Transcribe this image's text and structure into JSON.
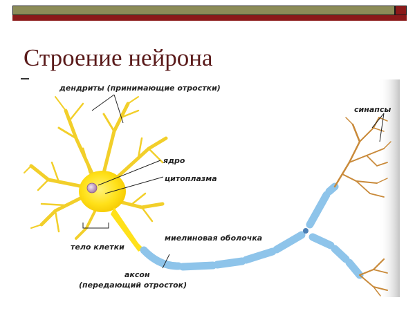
{
  "slide": {
    "title": "Строение нейрона"
  },
  "labels": {
    "dendrites": "дендриты (принимающие отростки)",
    "nucleus": "ядро",
    "cytoplasm": "цитоплазма",
    "synapses": "синапсы",
    "myelin": "миелиновая оболочка",
    "cell_body": "тело клетки",
    "axon": "аксон",
    "axon_desc": "(передающий отросток)"
  },
  "colors": {
    "header_olive": "#8c8c58",
    "header_red": "#8b1a1a",
    "title": "#5a1a1a",
    "cell": "#ffe11a",
    "dendrite": "#f2cf2a",
    "myelin": "#8ec4ea",
    "axon_terminal": "#c98a3a",
    "nucleus": "#c7a3c7"
  }
}
